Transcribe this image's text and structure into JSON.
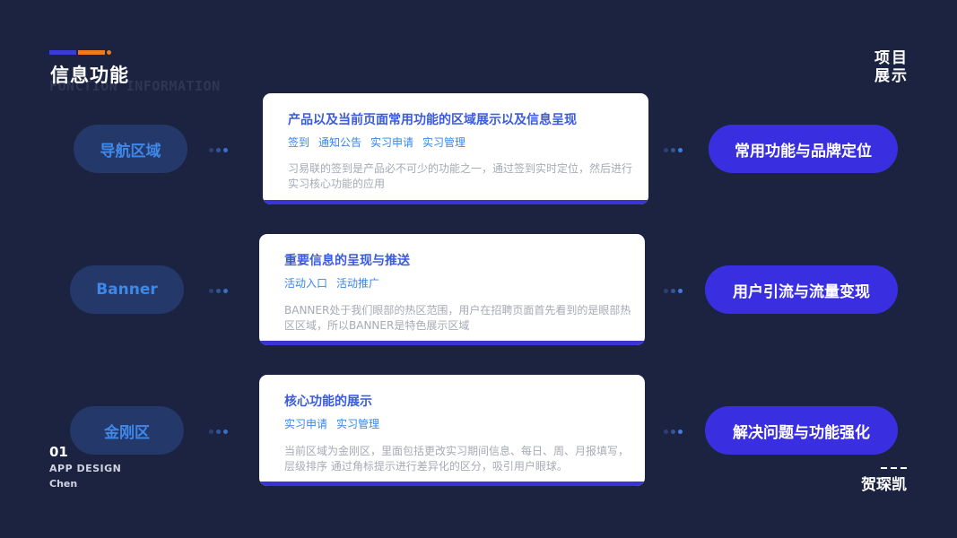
{
  "header": {
    "title": "信息功能",
    "subtitle": "FUNCTION INFORMATION",
    "colors": {
      "accent_blue": "#3b3bd6",
      "accent_orange": "#f07a18"
    }
  },
  "corner_label": "项目\n展示",
  "rows": [
    {
      "left_label": "导航区域",
      "card_title": "产品以及当前页面常用功能的区域展示以及信息呈现",
      "tags": [
        "签到",
        "通知公告",
        "实习申请",
        "实习管理"
      ],
      "description": "习易联的签到是产品必不可少的功能之一，通过签到实时定位，然后进行实习核心功能的应用",
      "right_label": "常用功能与品牌定位"
    },
    {
      "left_label": "Banner",
      "card_title": "重要信息的呈现与推送",
      "tags": [
        "活动入口",
        "活动推广"
      ],
      "description": "BANNER处于我们眼部的热区范围，用户在招聘页面首先看到的是眼部热区区域，所以BANNER是特色展示区域",
      "right_label": "用户引流与流量变现"
    },
    {
      "left_label": "金刚区",
      "card_title": "核心功能的展示",
      "tags": [
        "实习申请",
        "实习管理"
      ],
      "description": "当前区域为金刚区，里面包括更改实习期间信息、每日、周、月报填写，层级排序  通过角标提示进行差异化的区分，吸引用户眼球。",
      "right_label": "解决问题与功能强化"
    }
  ],
  "footer": {
    "page_number": "01",
    "app_label": "APP DESIGN",
    "author": "Chen",
    "designer_name": "贺琛凯"
  }
}
